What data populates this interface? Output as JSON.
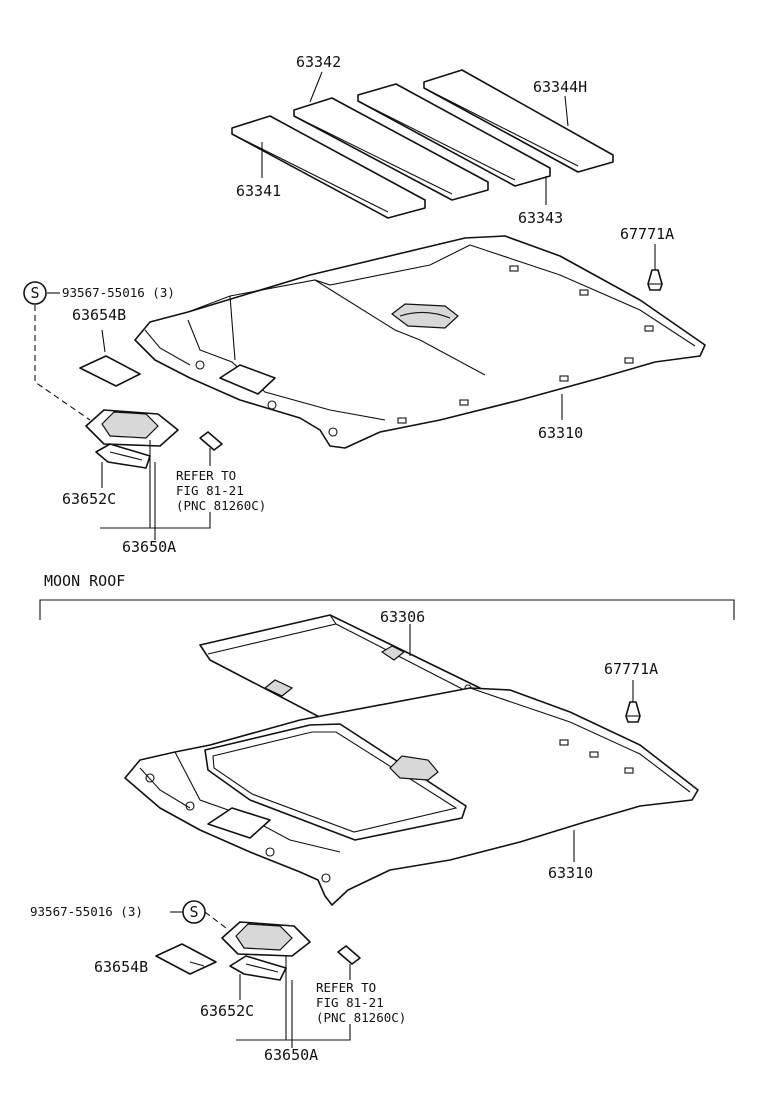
{
  "top": {
    "parts": {
      "p63342": "63342",
      "p63344h": "63344H",
      "p63341": "63341",
      "p63343": "63343",
      "p67771a": "67771A",
      "p93567": "93567-55016 (3)",
      "p63654b": "63654B",
      "p63310": "63310",
      "p63652c": "63652C",
      "p63650a": "63650A"
    },
    "symbol": "S",
    "refer": [
      "REFER TO",
      "FIG 81-21",
      "(PNC 81260C)"
    ]
  },
  "section_title": "MOON ROOF",
  "bottom": {
    "parts": {
      "p63306": "63306",
      "p67771a": "67771A",
      "p63310": "63310",
      "p93567": "93567-55016 (3)",
      "p63654b": "63654B",
      "p63652c": "63652C",
      "p63650a": "63650A"
    },
    "symbol": "S",
    "refer": [
      "REFER TO",
      "FIG 81-21",
      "(PNC 81260C)"
    ]
  }
}
